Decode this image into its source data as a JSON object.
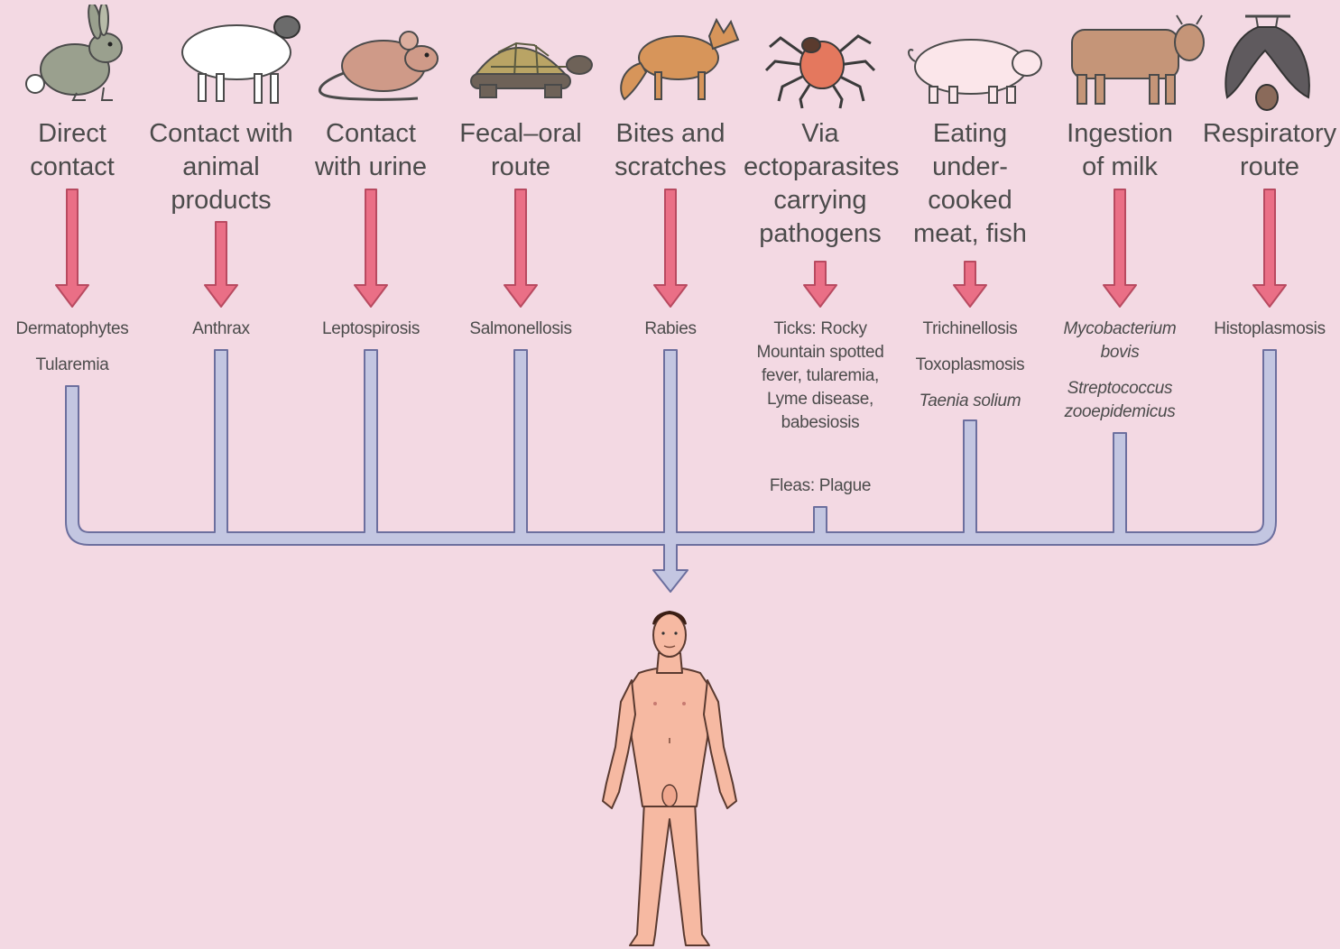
{
  "routes": [
    {
      "label": "Direct\ncontact",
      "animal": "rabbit-icon",
      "diseases": [
        {
          "text": "Dermatophytes"
        },
        {
          "text": "Tularemia"
        }
      ]
    },
    {
      "label": "Contact with\nanimal\nproducts",
      "animal": "sheep-icon",
      "diseases": [
        {
          "text": "Anthrax"
        }
      ]
    },
    {
      "label": "Contact\nwith urine",
      "animal": "rat-icon",
      "diseases": [
        {
          "text": "Leptospirosis"
        }
      ]
    },
    {
      "label": "Fecal–oral\nroute",
      "animal": "tortoise-icon",
      "diseases": [
        {
          "text": "Salmonellosis"
        }
      ]
    },
    {
      "label": "Bites and\nscratches",
      "animal": "fox-icon",
      "diseases": [
        {
          "text": "Rabies"
        }
      ]
    },
    {
      "label": "Via\nectoparasites\ncarrying\npathogens",
      "animal": "tick-icon",
      "diseases": [
        {
          "text": "Ticks: Rocky Mountain spotted fever, tularemia, Lyme disease, babesiosis"
        },
        {
          "text": "Fleas: Plague"
        }
      ]
    },
    {
      "label": "Eating\nunder-\ncooked\nmeat, fish",
      "animal": "pig-icon",
      "diseases": [
        {
          "text": "Trichinellosis"
        },
        {
          "text": "Toxoplasmosis"
        },
        {
          "text": "Taenia solium",
          "italic": true
        }
      ]
    },
    {
      "label": "Ingestion\nof milk",
      "animal": "cow-icon",
      "diseases": [
        {
          "text": "Mycobacterium bovis",
          "italic": true
        },
        {
          "text": "Streptococcus zooepidemicus",
          "italic": true
        }
      ]
    },
    {
      "label": "Respiratory\nroute",
      "animal": "bat-icon",
      "diseases": [
        {
          "text": "Histoplasmosis"
        }
      ]
    }
  ],
  "target": {
    "icon": "human-figure-icon"
  },
  "colors": {
    "background": "#f3d9e3",
    "red_arrow": "#ea6f86",
    "red_arrow_outline": "#b84a60",
    "blue_connector": "#c3c6e1",
    "blue_connector_outline": "#6c6f9e",
    "skin": "#f6b9a2"
  }
}
